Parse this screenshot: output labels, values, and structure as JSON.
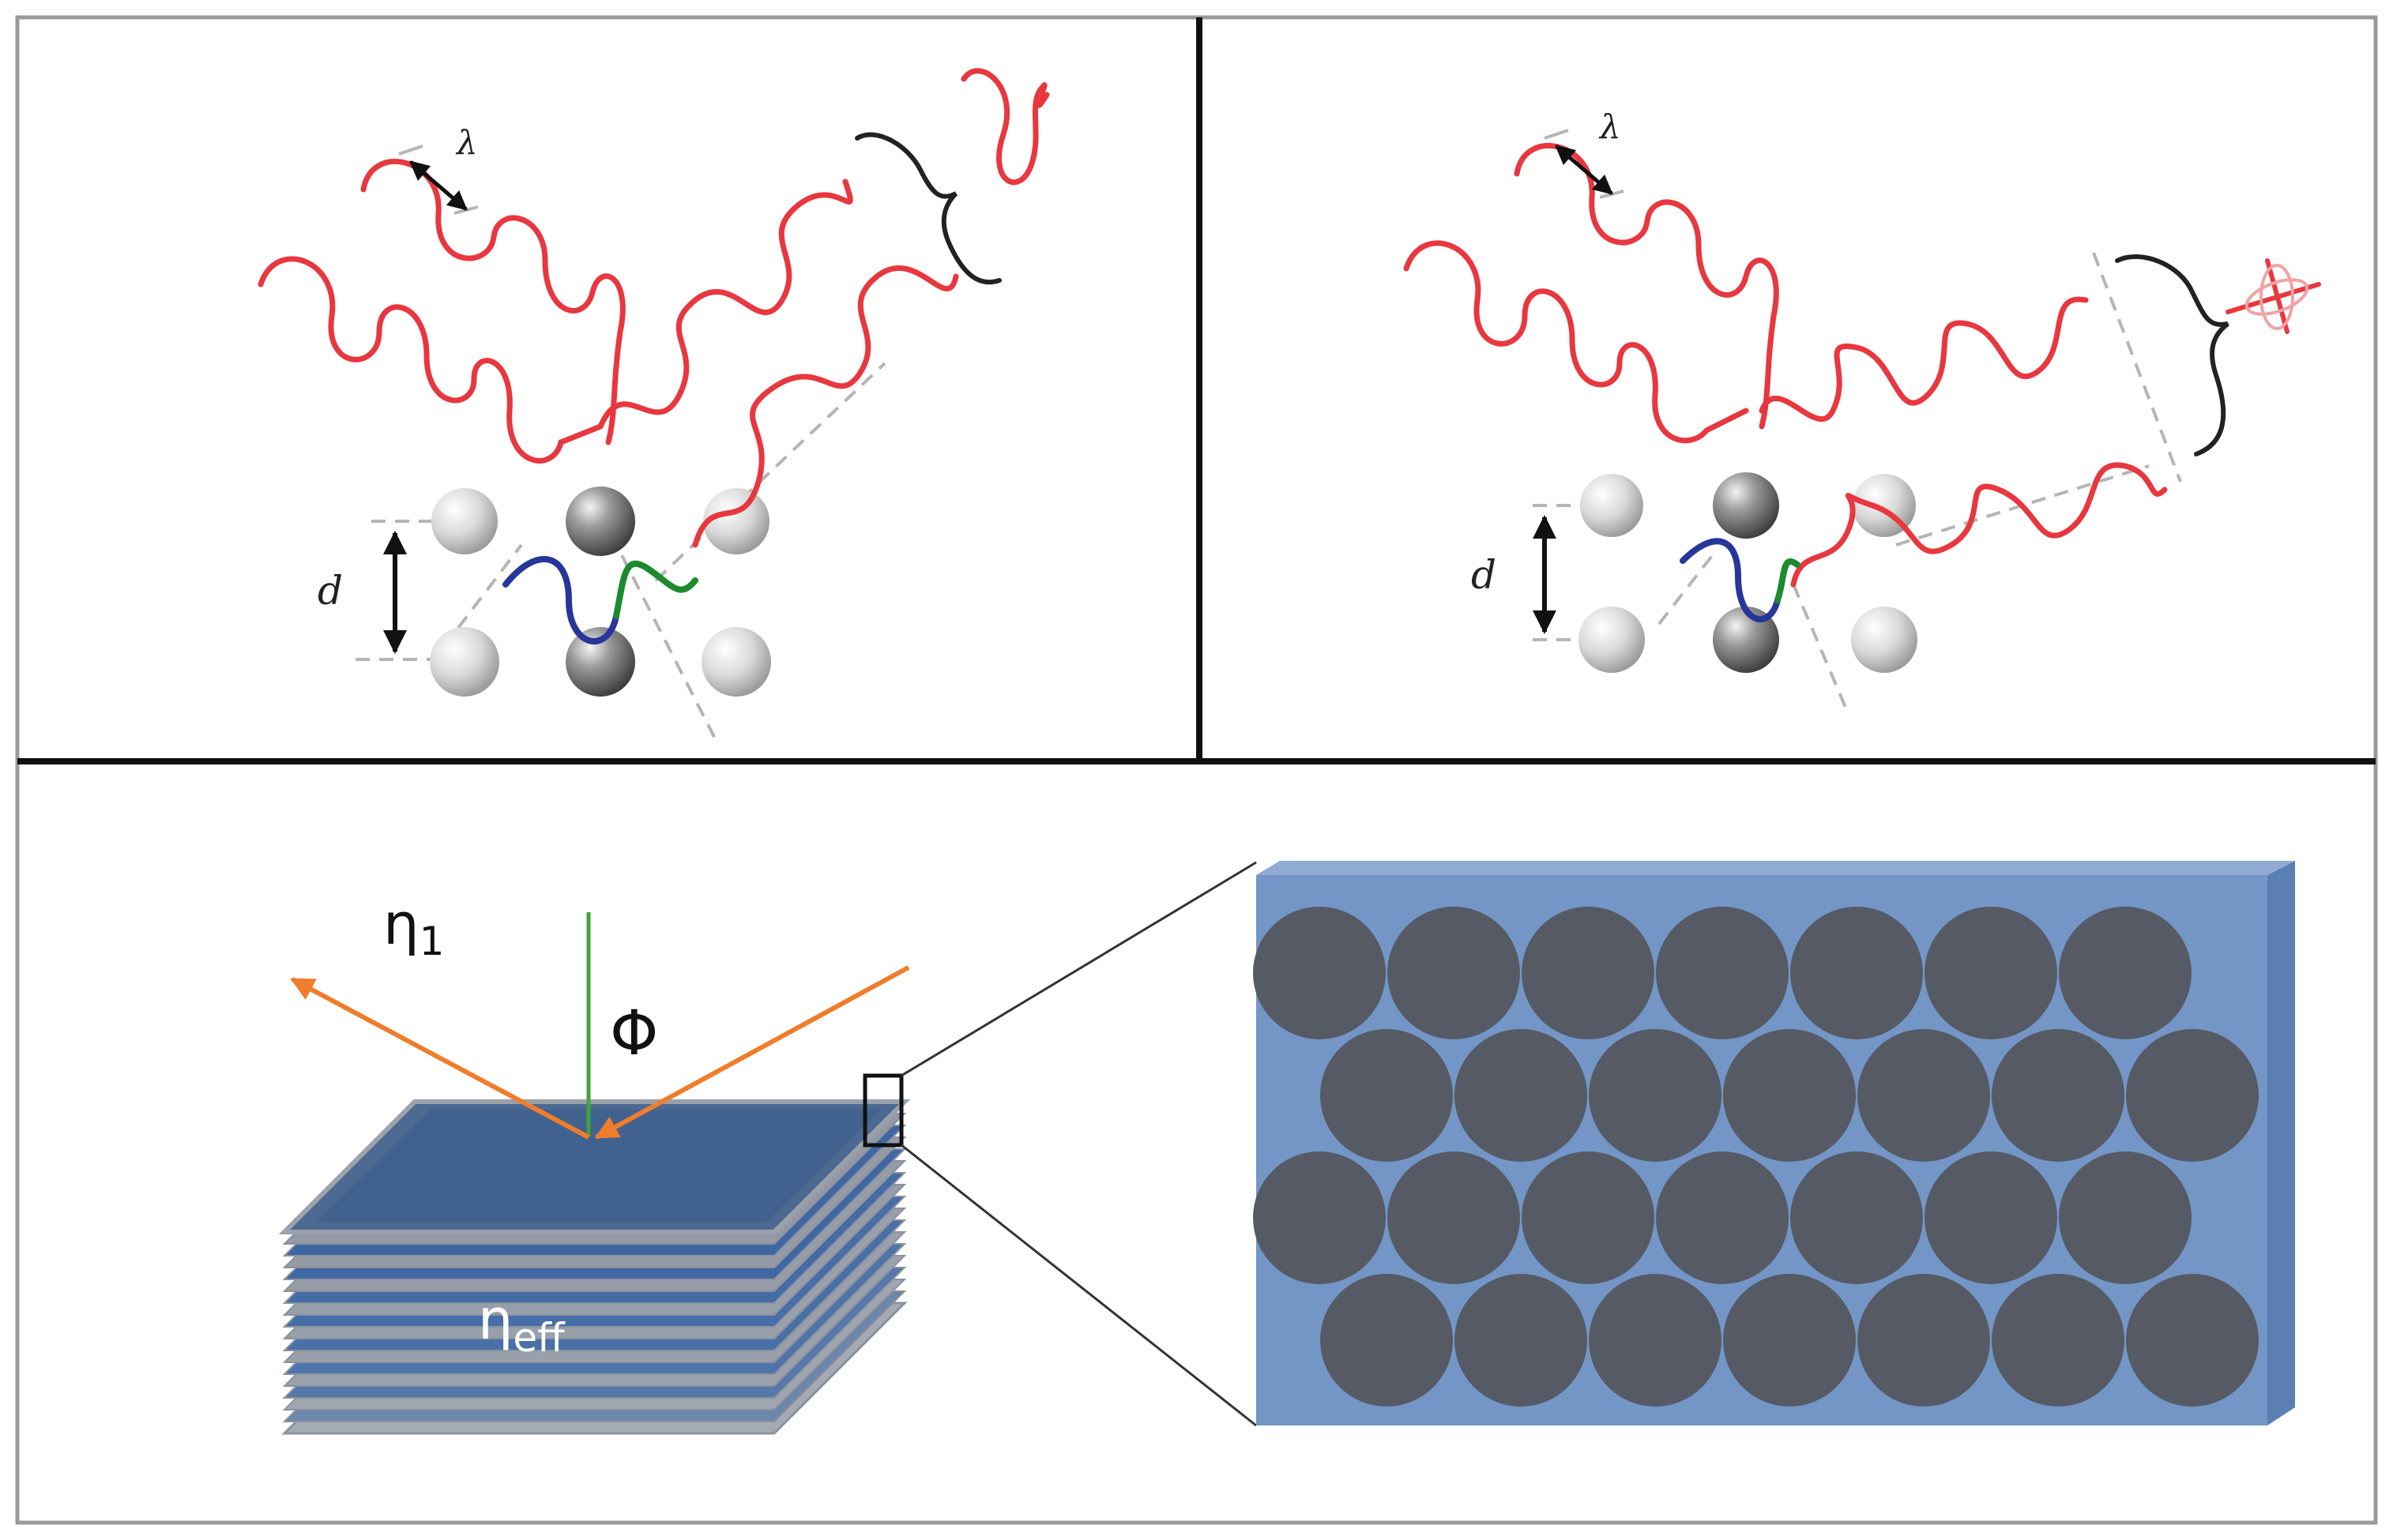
{
  "labels": {
    "lambda_left": "λ",
    "lambda_right": "λ",
    "d_left": "d",
    "d_right": "d",
    "eta1_main": "η",
    "eta1_sub": "1",
    "phi": "Φ",
    "eta_eff_main": "η",
    "eta_eff_sub": "eff"
  },
  "colors": {
    "wave": "#e8373f",
    "wave_faint": "#f2a2a6",
    "path_blue": "#27369a",
    "path_green": "#1e8a2e",
    "ray": "#ef7d2b",
    "normal": "#3fa33b",
    "frame": "#9a9a9a",
    "divider": "#111111",
    "matrix_blue": "#7396c6",
    "matrix_top": "#8fabd3",
    "matrix_side": "#5b7fb3",
    "sphere_dark": "#555a64",
    "stack_blue": "#4f78b3",
    "stack_grey": "#9aa1aa"
  },
  "icons": {
    "scattering_atom": "sphere",
    "polarization_symbol": "depolarized-wave-icon"
  }
}
